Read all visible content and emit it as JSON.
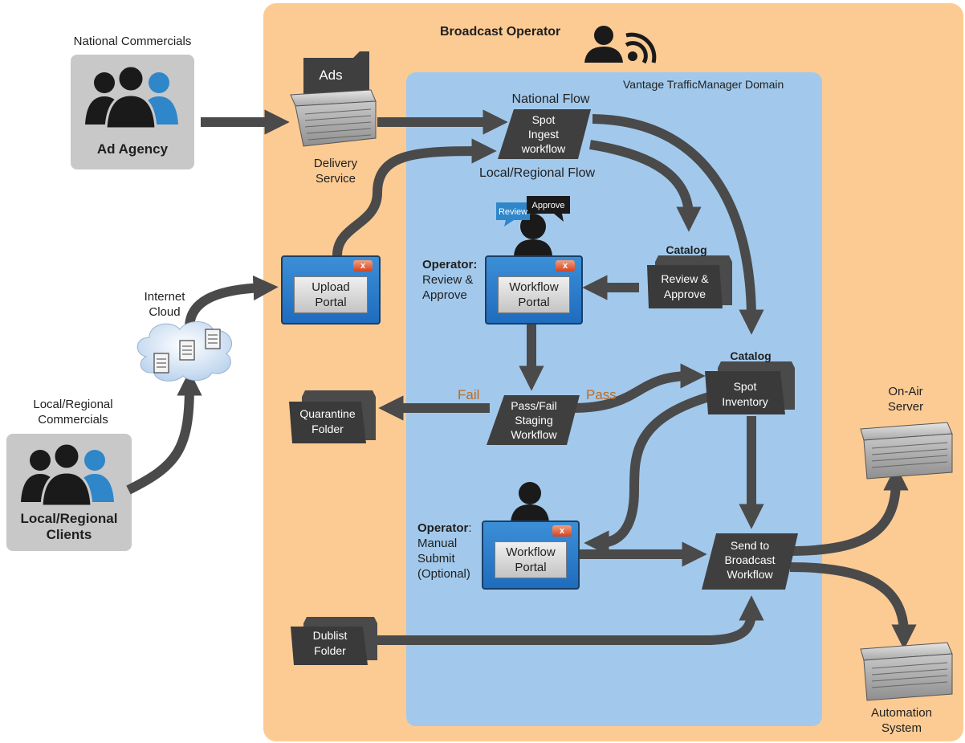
{
  "labels": {
    "broadcast_operator": "Broadcast Operator",
    "vantage_domain": "Vantage TrafficManager Domain",
    "national_commercials": "National Commercials",
    "ad_agency": "Ad Agency",
    "ads": "Ads",
    "delivery_service_1": "Delivery",
    "delivery_service_2": "Service",
    "national_flow": "National Flow",
    "spot_ingest_1": "Spot",
    "spot_ingest_2": "Ingest",
    "spot_ingest_3": "workflow",
    "local_regional_flow": "Local/Regional Flow",
    "review_bubble": "Review",
    "approve_bubble": "Approve",
    "operator_review_bold": "Operator:",
    "operator_review_1": "Review &",
    "operator_review_2": "Approve",
    "workflow_portal_1a": "Workflow",
    "workflow_portal_1b": "Portal",
    "catalog_1": "Catalog",
    "review_approve_folder_1": "Review &",
    "review_approve_folder_2": "Approve",
    "upload_portal_1": "Upload",
    "upload_portal_2": "Portal",
    "internet_cloud_1": "Internet",
    "internet_cloud_2": "Cloud",
    "catalog_2": "Catalog",
    "spot_inventory_1": "Spot",
    "spot_inventory_2": "Inventory",
    "fail": "Fail",
    "pass": "Pass",
    "passfail_1": "Pass/Fail",
    "passfail_2": "Staging",
    "passfail_3": "Workflow",
    "quarantine_1": "Quarantine",
    "quarantine_2": "Folder",
    "local_regional_commercials_1": "Local/Regional",
    "local_regional_commercials_2": "Commercials",
    "local_regional_clients_1": "Local/Regional",
    "local_regional_clients_2": "Clients",
    "on_air_1": "On-Air",
    "on_air_2": "Server",
    "operator_manual_bold": "Operator",
    "operator_manual_colon": ":",
    "operator_manual_1": "Manual",
    "operator_manual_2": "Submit",
    "operator_manual_3": "(Optional)",
    "workflow_portal_2a": "Workflow",
    "workflow_portal_2b": "Portal",
    "send_broadcast_1": "Send to",
    "send_broadcast_2": "Broadcast",
    "send_broadcast_3": "Workflow",
    "dublist_1": "Dublist",
    "dublist_2": "Folder",
    "automation_1": "Automation",
    "automation_2": "System",
    "close_glyph": "x"
  },
  "colors": {
    "orange_region": "#fccb94",
    "blue_region": "#a2c9ec",
    "arrow": "#4a4a4a",
    "fail_pass_text": "#c06a1a",
    "person_dark": "#1a1a1a",
    "person_blue": "#2f86c9"
  }
}
